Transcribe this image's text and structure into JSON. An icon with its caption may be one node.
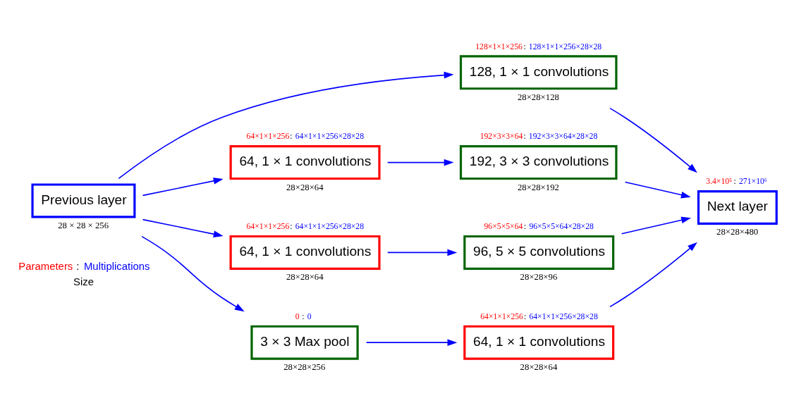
{
  "diagram": {
    "nodes": [
      {
        "text": [
          "128, 1 × 1 convolutions"
        ],
        "beside": [
          "128×1×1×256",
          ":",
          "128×1×1×256×28×28",
          "28×28×128"
        ]
      },
      {
        "text": [
          "64, 1 × 1 convolutions"
        ],
        "beside": [
          "64×1×1×256",
          ":",
          "64×1×1×256×28×28",
          "28×28×64"
        ]
      },
      {
        "text": [
          "192, 3 × 3 convolutions"
        ],
        "beside": [
          "192×3×3×64",
          ":",
          "192×3×3×64×28×28",
          "28×28×192"
        ]
      },
      {
        "text": [
          "Previous layer"
        ],
        "beside": [
          "28 × 28 × 256"
        ]
      },
      {
        "text": [
          "Next layer"
        ],
        "beside": [
          "3.4×10⁵",
          ":",
          "271×10⁶",
          "28×28×480"
        ]
      },
      {
        "text": [
          "64, 1 × 1 convolutions"
        ],
        "beside": [
          "64×1×1×256",
          ":",
          "64×1×1×256×28×28",
          "28×28×64"
        ]
      },
      {
        "text": [
          "96, 5 × 5 convolutions"
        ],
        "beside": [
          "96×5×5×64",
          ":",
          "96×5×5×64×28×28",
          "28×28×96"
        ]
      },
      {
        "text": [
          "3 × 3 Max pool"
        ],
        "beside": [
          "0",
          ":",
          "0",
          "28×28×256"
        ]
      },
      {
        "text": [
          "64, 1 × 1 convolutions"
        ],
        "beside": [
          "64×1×1×256",
          ":",
          "64×1×1×256×28×28",
          "28×28×64"
        ]
      }
    ],
    "edges": [
      {
        "from": 3,
        "to": 0,
        "arrow": "to"
      },
      {
        "from": 3,
        "to": 1,
        "arrow": "to"
      },
      {
        "from": 3,
        "to": 5,
        "arrow": "to"
      },
      {
        "from": 3,
        "to": 7,
        "arrow": "to"
      },
      {
        "from": 1,
        "to": 2,
        "arrow": "to"
      },
      {
        "from": 5,
        "to": 6,
        "arrow": "to"
      },
      {
        "from": 7,
        "to": 8,
        "arrow": "to"
      },
      {
        "from": 0,
        "to": 4,
        "arrow": "to"
      },
      {
        "from": 2,
        "to": 4,
        "arrow": "to"
      },
      {
        "from": 6,
        "to": 4,
        "arrow": "to"
      },
      {
        "from": 8,
        "to": 4,
        "arrow": "to"
      }
    ],
    "labels": [
      "Parameters",
      ":",
      "Multiplications",
      "Size"
    ]
  }
}
